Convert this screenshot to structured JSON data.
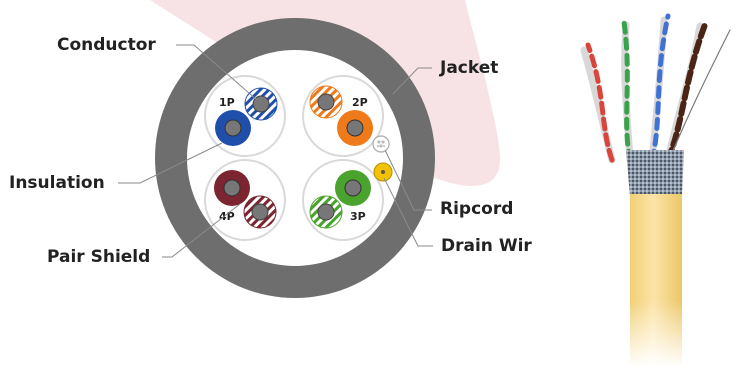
{
  "labels": {
    "conductor": "Conductor",
    "jacket": "Jacket",
    "insulation": "Insulation",
    "ripcord": "Ripcord",
    "pair_shield": "Pair Shield",
    "drain_wire": "Drain Wir"
  },
  "pairs": [
    {
      "id": "1P",
      "color": "#1f4faa"
    },
    {
      "id": "2P",
      "color": "#ef7a1a"
    },
    {
      "id": "3P",
      "color": "#4aa32c"
    },
    {
      "id": "4P",
      "color": "#7a2530"
    }
  ],
  "colors": {
    "jacket": "#6e6e6e",
    "background_wedge": "#f7e3e6",
    "cable_sheath": "#f6d98c",
    "drain_wire": "#f2c200",
    "conductor": "#777777",
    "pair_shield": "#d9d9d9"
  }
}
